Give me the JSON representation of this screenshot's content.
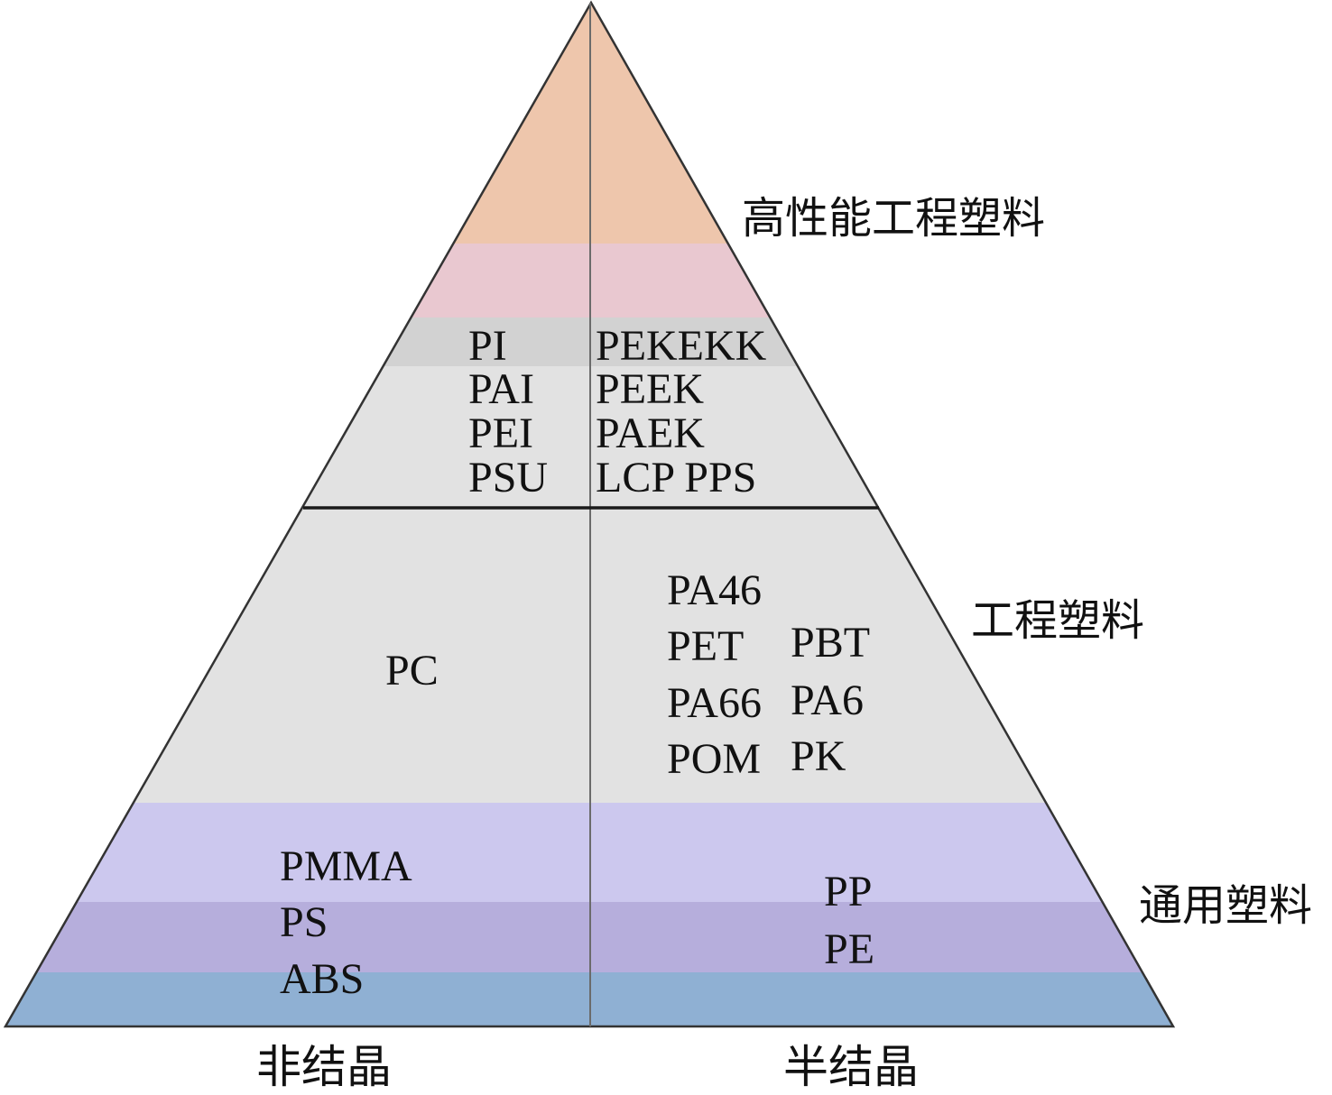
{
  "tiers": {
    "high_performance": "高性能工程塑料",
    "engineering": "工程塑料",
    "general": "通用塑料"
  },
  "axis": {
    "amorphous": "非结晶",
    "semicrystalline": "半结晶"
  },
  "polymers": {
    "high_amorphous": [
      "PI",
      "PAI",
      "PEI",
      "PSU"
    ],
    "high_semicrystalline": [
      "PEKEKK",
      "PEEK",
      "PAEK",
      "LCP PPS"
    ],
    "eng_amorphous": [
      "PC"
    ],
    "eng_semicrystalline_col1": [
      "PA46",
      "PET",
      "PA66",
      "POM"
    ],
    "eng_semicrystalline_col2": [
      "PBT",
      "PA6",
      "PK"
    ],
    "general_amorphous": [
      "PMMA",
      "PS",
      "ABS"
    ],
    "general_semicrystalline": [
      "PP",
      "PE"
    ]
  },
  "colors": {
    "apex_peach": "#EEC6AC",
    "pink": "#E9C8D0",
    "light_gray": "#E2E2E2",
    "mid_gray": "#D2D2D2",
    "lavender_light": "#CCC8EE",
    "lavender_mid": "#B6AEDC",
    "blue_base": "#8FB0D3",
    "outline": "#333333"
  }
}
